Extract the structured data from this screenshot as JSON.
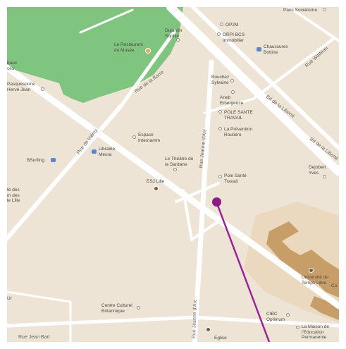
{
  "map": {
    "colors": {
      "land": "#ede4d6",
      "road": "#ffffff",
      "park": "#7fc47f",
      "campus": "#ead8bf",
      "building": "#c79e68",
      "marker": "#8e1a87",
      "line": "#9a2596"
    },
    "streets": [
      {
        "name": "Rue de Valmy"
      },
      {
        "name": "Rue de la Barre"
      },
      {
        "name": "Bd de la Liberté"
      },
      {
        "name": "Bd de la Liberté"
      },
      {
        "name": "Rue Jeanne d'Arc"
      },
      {
        "name": "Rue Jeanne d'Arc"
      },
      {
        "name": "Rue Jean Bart"
      },
      {
        "name": "Rue Watteau"
      }
    ],
    "places": [
      {
        "name": "Paris Socialisme",
        "icon": "circle-icon"
      },
      {
        "name": "OP2M",
        "icon": "circle-icon"
      },
      {
        "name": "ORPI BCS\nImmobilier",
        "icon": "circle-icon"
      },
      {
        "name": "Chaussures\nBottine",
        "icon": "shopping-bag-icon"
      },
      {
        "name": "Bouchez\nSylvaine",
        "icon": "circle-icon"
      },
      {
        "name": "Aneb\nEmergence",
        "icon": "circle-icon"
      },
      {
        "name": "POLE SANTE\nTRAVAIL",
        "icon": "circle-icon"
      },
      {
        "name": "La Prévention\nRoutière",
        "icon": "circle-icon"
      },
      {
        "name": "Dejobert\nYves",
        "icon": "circle-icon"
      },
      {
        "name": "Le Restaurant\ndu Musée",
        "icon": "restaurant-icon"
      },
      {
        "name": "Dujardin\nSophie",
        "icon": "circle-icon"
      },
      {
        "name": "Pasquesoone\nHervé Jean",
        "icon": "circle-icon"
      },
      {
        "name": "Espace\nInternamm",
        "icon": "circle-icon"
      },
      {
        "name": "Librairie\nMeura",
        "icon": "shopping-bag-icon"
      },
      {
        "name": "BSurfing",
        "icon": "shopping-bag-icon"
      },
      {
        "name": "Le Théâtre de\nla Sardane",
        "icon": "circle-icon"
      },
      {
        "name": "Pole Santé\nTravail",
        "icon": "circle-icon"
      },
      {
        "name": "ESJ Lille",
        "icon": "school-icon"
      },
      {
        "name": "Université du\nTemps Libre",
        "icon": "school-icon"
      },
      {
        "name": "CIBC\nOptimum",
        "icon": "circle-icon"
      },
      {
        "name": "Centre Culturel\nBritannique",
        "icon": "circle-icon"
      },
      {
        "name": "La Maison de\nl'Education\nPermanente",
        "icon": "circle-icon"
      },
      {
        "name": "Eglise",
        "icon": "church-icon"
      }
    ],
    "partial_labels": [
      "baux\ncés",
      "té des\nm des\nle Lille",
      "Co",
      "Ur"
    ]
  }
}
